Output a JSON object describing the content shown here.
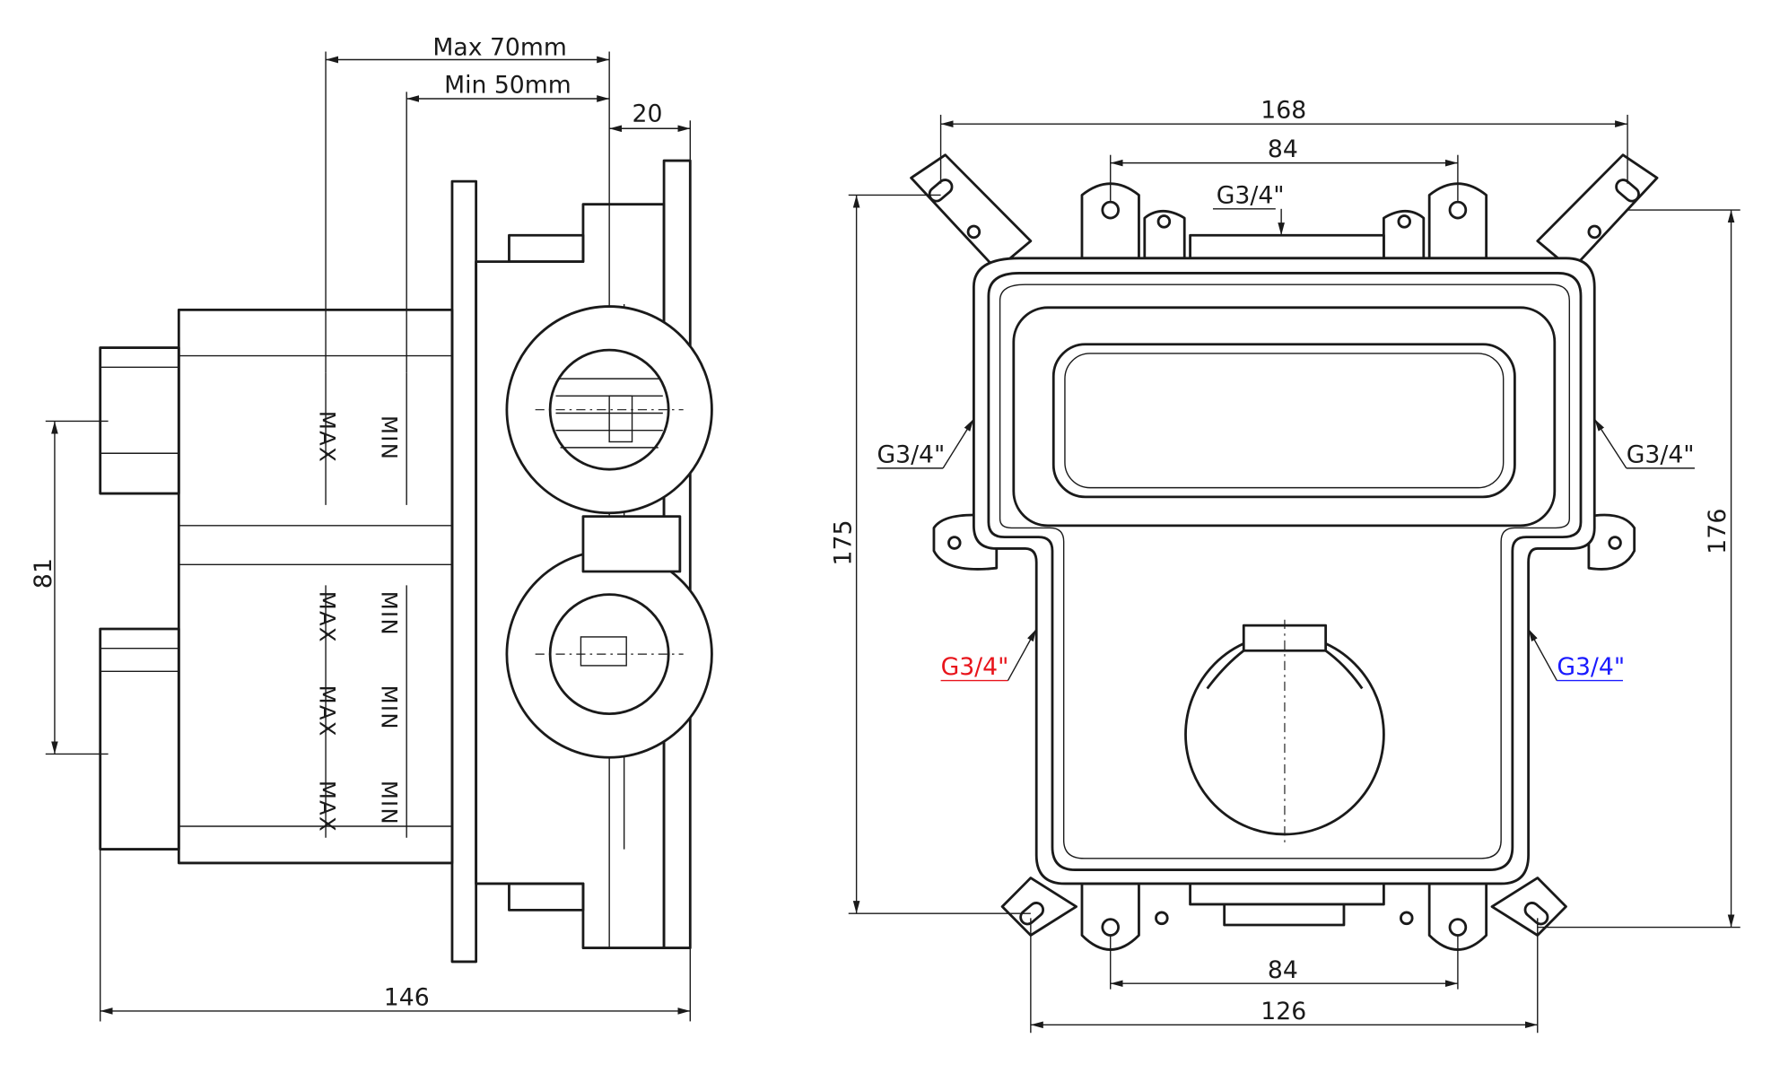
{
  "side_view": {
    "dim_max": "Max 70mm",
    "dim_min": "Min 50mm",
    "dim_depth": "20",
    "dim_spacing": "81",
    "dim_width": "146",
    "upper_labels": {
      "max": "MAX",
      "min": "MIN"
    },
    "lower_labels": {
      "max": [
        "MAX",
        "MAX",
        "MAX"
      ],
      "min": [
        "MIN",
        "MIN",
        "MIN"
      ]
    }
  },
  "front_view": {
    "dim_overall_width": "168",
    "dim_top_holes": "84",
    "dim_bottom_holes": "84",
    "dim_bottom_mount": "126",
    "dim_left_height": "175",
    "dim_right_height": "176",
    "port_top": "G3/4\"",
    "port_left": "G3/4\"",
    "port_right": "G3/4\"",
    "port_hot": "G3/4\"",
    "port_cold": "G3/4\""
  },
  "colors": {
    "line": "#1a1a1a",
    "hot": "#e8141b",
    "cold": "#1a1aff"
  }
}
